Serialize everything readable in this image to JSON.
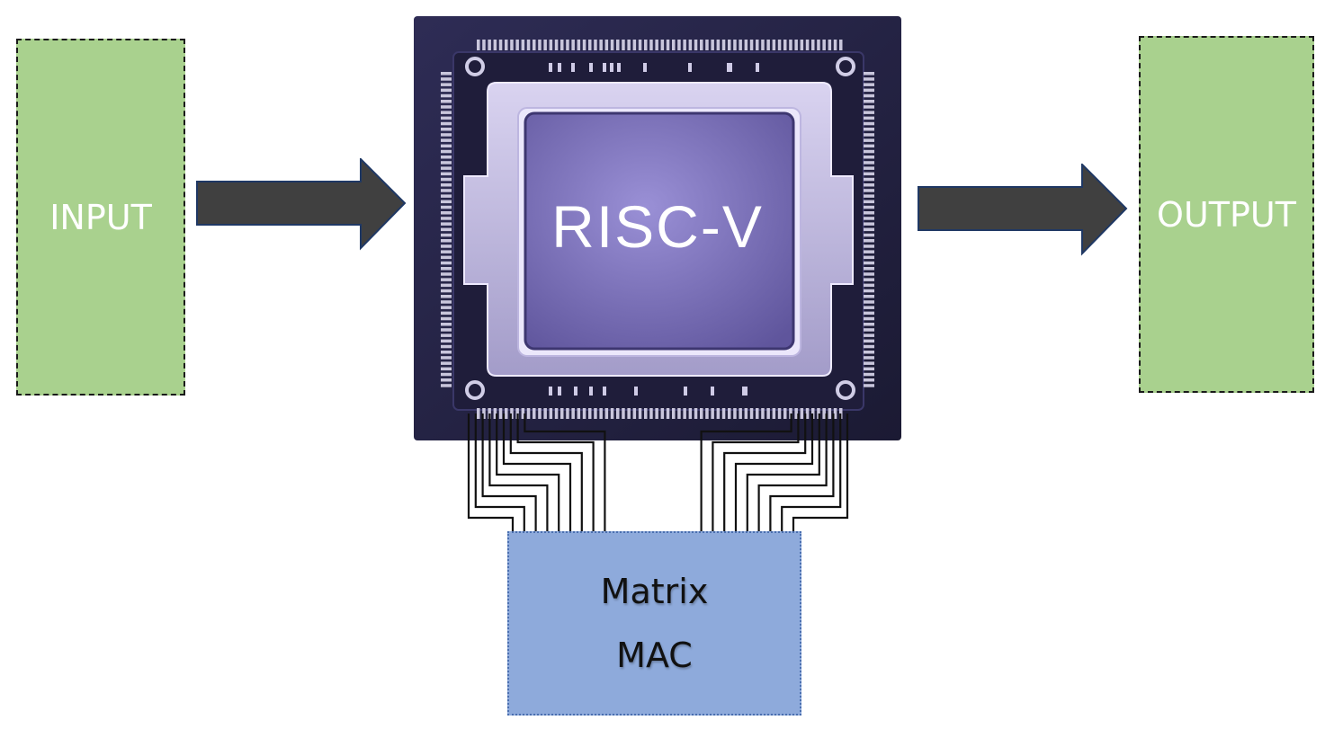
{
  "diagram": {
    "input_label": "INPUT",
    "output_label": "OUTPUT",
    "chip_label": "RISC-V",
    "mac_line1": "Matrix",
    "mac_line2": "MAC"
  },
  "colors": {
    "io_fill": "#a9d18e",
    "mac_fill": "#8eaadb",
    "arrow_fill": "#404040",
    "chip_bg": "#23223f",
    "die_fill": "#7d74b8"
  },
  "icons": {
    "chip": "processor-chip-icon",
    "arrow": "right-arrow-icon"
  }
}
